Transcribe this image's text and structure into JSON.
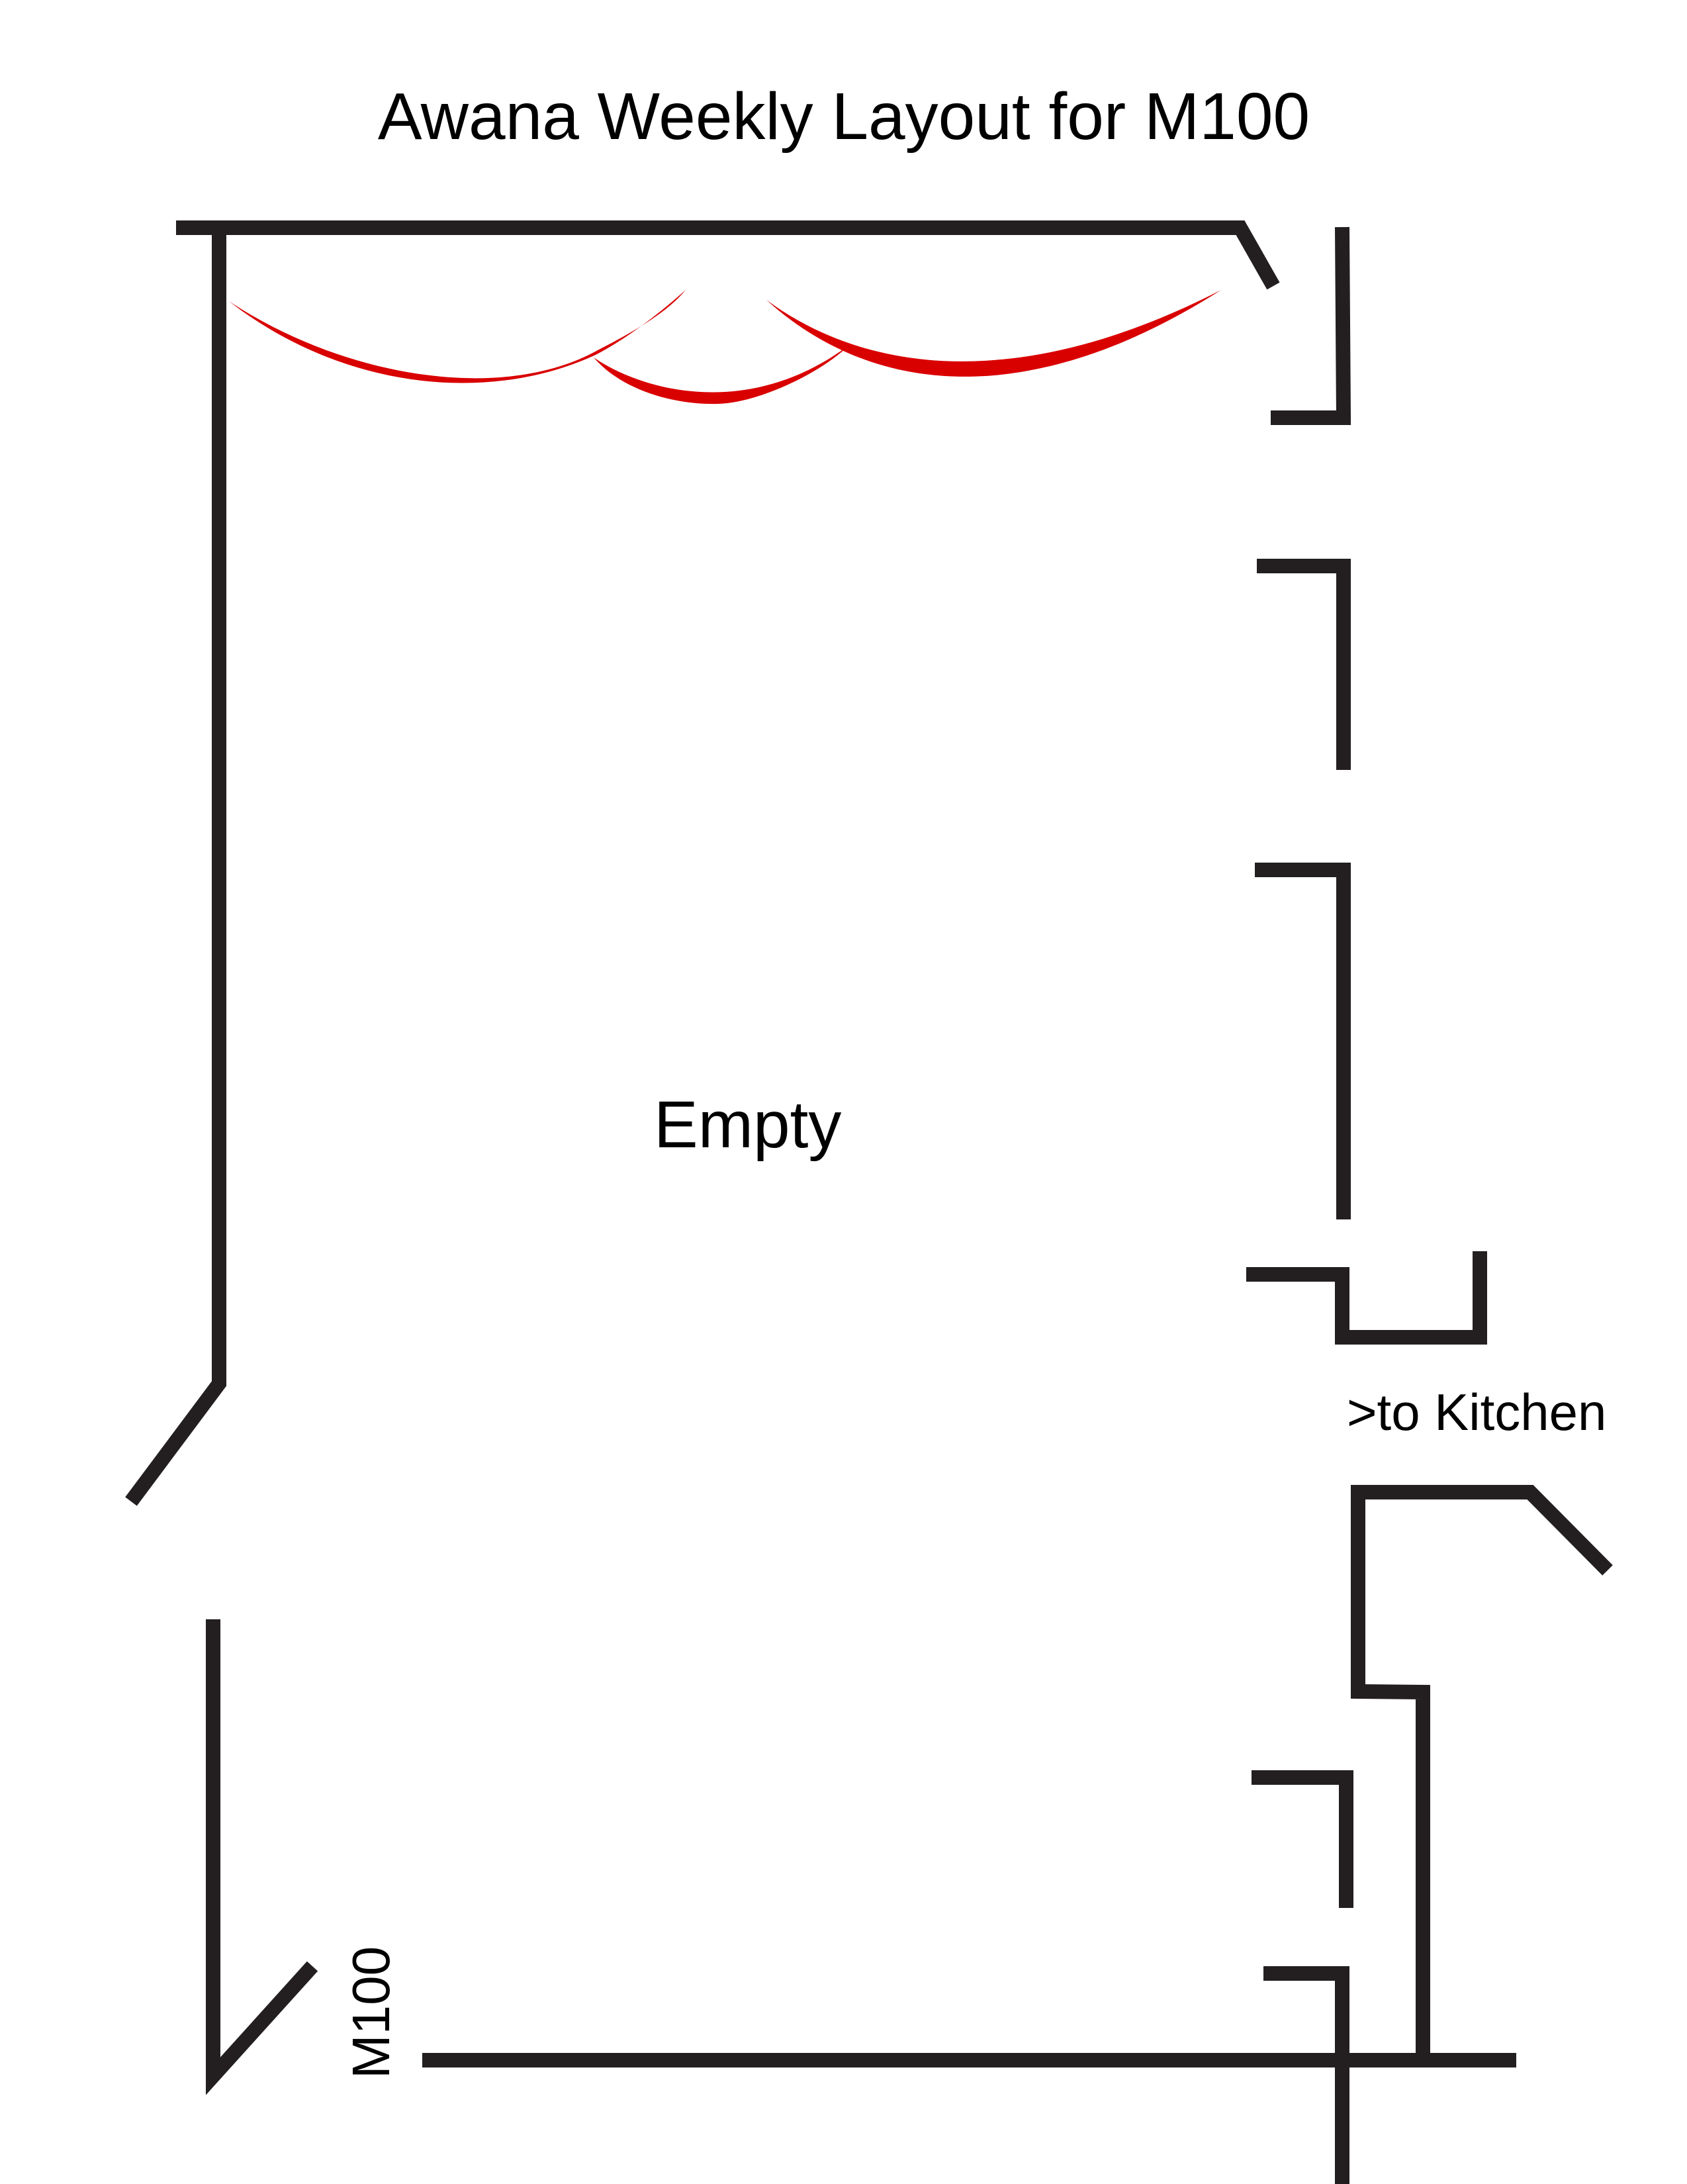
{
  "title": "Awana Weekly Layout for M100",
  "room_status_label": "Empty",
  "kitchen_label": ">to Kitchen",
  "room_label": "M100",
  "colors": {
    "wall": "#231f20",
    "curtain": "#d90000",
    "text": "#000000",
    "background": "#ffffff"
  }
}
